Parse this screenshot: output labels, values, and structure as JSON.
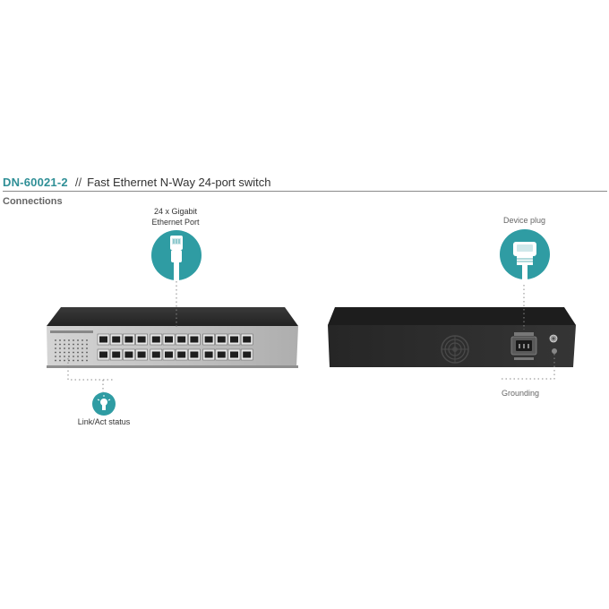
{
  "header": {
    "model": "DN-60021-2",
    "separator": "//",
    "description": "Fast Ethernet N-Way 24-port switch"
  },
  "section_title": "Connections",
  "callouts": {
    "ethernet_line1": "24 x Gigabit",
    "ethernet_line2": "Ethernet Port",
    "link_status": "Link/Act status",
    "device_plug": "Device plug",
    "grounding": "Grounding"
  },
  "colors": {
    "accent": "#2f9ca3",
    "chassis_front": "#bdbdbd",
    "chassis_top": "#2e2e2e",
    "rear_panel": "#2b2b2b"
  },
  "icons": {
    "ethernet": "ethernet-plug-icon",
    "led": "led-bulb-icon",
    "power": "power-plug-icon"
  }
}
